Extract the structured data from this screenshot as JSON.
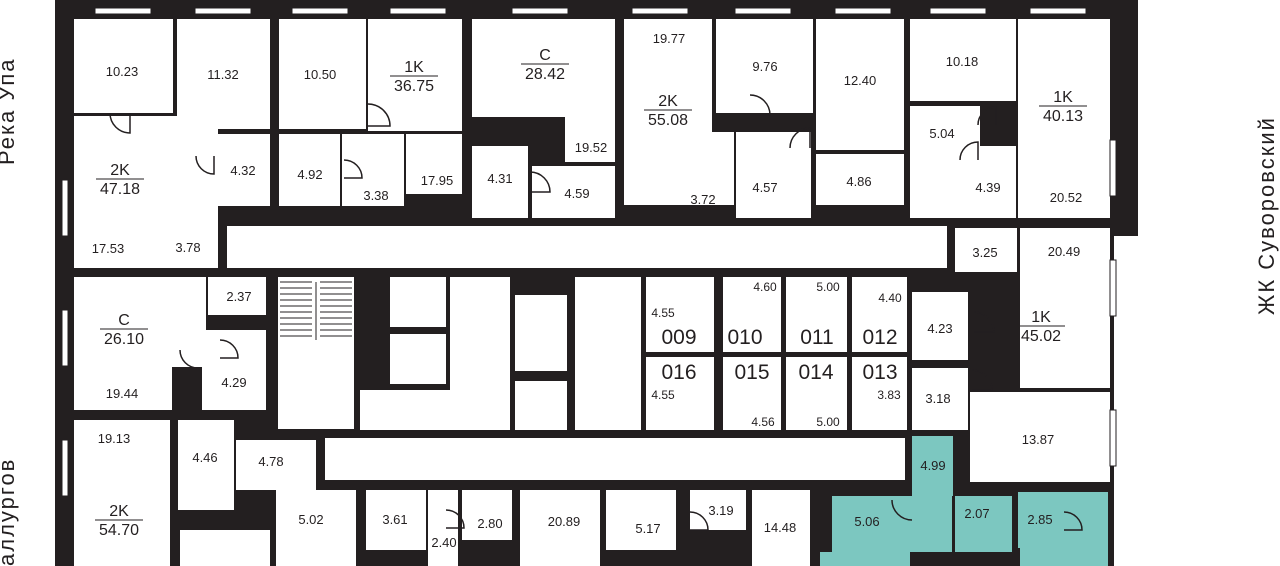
{
  "side_labels": {
    "left_top": "Река Упа",
    "left_bottom": "аллургов",
    "right": "ЖК Суворовский"
  },
  "colors": {
    "wall": "#231f20",
    "floor": "#ffffff",
    "highlight": "#7cc7c0",
    "window": "#ffffff"
  },
  "apartments": [
    {
      "type": "2K",
      "area": "47.18"
    },
    {
      "type": "1K",
      "area": "36.75"
    },
    {
      "type": "С",
      "area": "28.42"
    },
    {
      "type": "2K",
      "area": "55.08"
    },
    {
      "type": "1K",
      "area": "40.13"
    },
    {
      "type": "С",
      "area": "26.10"
    },
    {
      "type": "1K",
      "area": "45.02"
    },
    {
      "type": "2K",
      "area": "54.70"
    }
  ],
  "rooms": [
    "10.23",
    "11.32",
    "10.50",
    "19.77",
    "9.76",
    "12.40",
    "10.18",
    "4.32",
    "4.92",
    "3.38",
    "17.95",
    "19.52",
    "4.31",
    "4.59",
    "3.72",
    "4.57",
    "4.86",
    "5.04",
    "4.39",
    "20.52",
    "17.53",
    "3.78",
    "3.25",
    "20.49",
    "2.37",
    "19.44",
    "4.29",
    "4.23",
    "3.18",
    "13.87",
    "19.13",
    "4.46",
    "4.78",
    "5.02",
    "3.61",
    "2.40",
    "2.80",
    "20.89",
    "5.17",
    "3.19",
    "14.48",
    "4.99",
    "5.06",
    "2.07",
    "2.85"
  ],
  "storage": [
    {
      "num": "009",
      "area": "4.55"
    },
    {
      "num": "010",
      "area": "4.60"
    },
    {
      "num": "011",
      "area": "5.00"
    },
    {
      "num": "012",
      "area": "4.40"
    },
    {
      "num": "016",
      "area": "4.55"
    },
    {
      "num": "015",
      "area": "4.56"
    },
    {
      "num": "014",
      "area": "5.00"
    },
    {
      "num": "013",
      "area": "3.83"
    }
  ]
}
